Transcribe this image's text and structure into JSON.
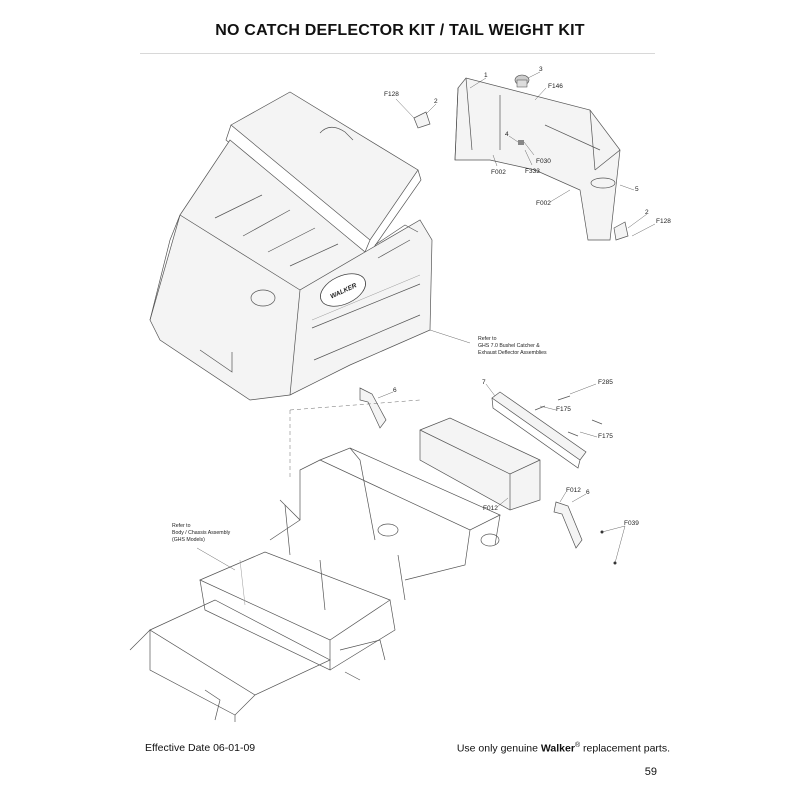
{
  "title": "NO CATCH DEFLECTOR KIT / TAIL WEIGHT KIT",
  "labels": {
    "p1": "1",
    "p2a": "2",
    "p2b": "2",
    "p3": "3",
    "p4": "4",
    "p5": "5",
    "p6a": "6",
    "p6b": "6",
    "p7": "7",
    "f128a": "F128",
    "f128b": "F128",
    "f146": "F146",
    "f030": "F030",
    "f333": "F333",
    "f002a": "F002",
    "f002b": "F002",
    "f285": "F285",
    "f175a": "F175",
    "f175b": "F175",
    "f012a": "F012",
    "f012b": "F012",
    "f039": "F039"
  },
  "notes": {
    "catcher": [
      "Refer to",
      "GHS 7.0 Bushel Catcher &",
      "Exhaust Deflector Assemblies"
    ],
    "chassis": [
      "Refer to",
      "Body / Chassis Assembly",
      "(GHS Models)"
    ]
  },
  "brand_logo": "WALKER",
  "footer": {
    "effective": "Effective Date 06-01-09",
    "use_only": "Use only genuine",
    "brand": "Walker",
    "reg": "®",
    "replacement": "replacement parts.",
    "page": "59"
  }
}
